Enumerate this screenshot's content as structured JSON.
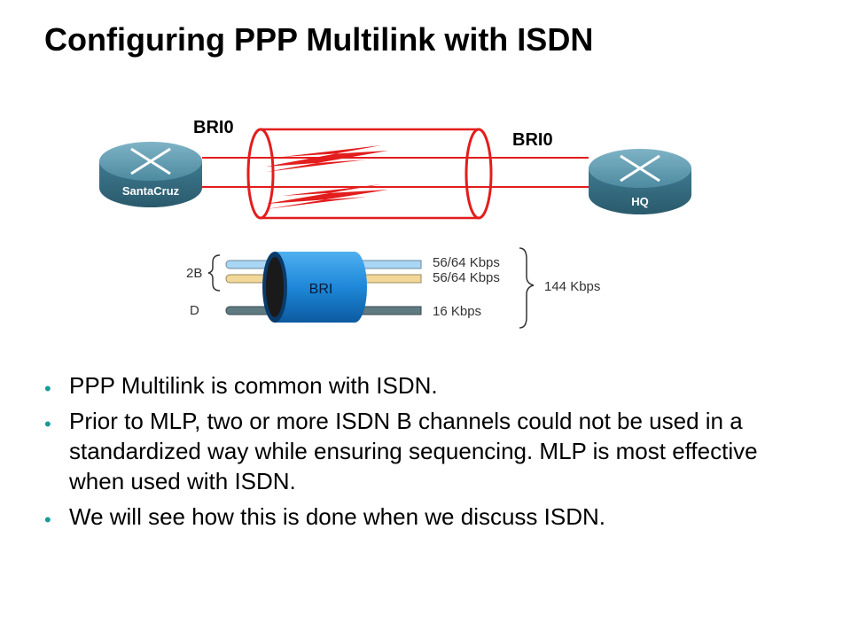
{
  "title": "Configuring PPP Multilink with ISDN",
  "diagram": {
    "left_router": {
      "label": "SantaCruz",
      "interface": "BRI0"
    },
    "right_router": {
      "label": "HQ",
      "interface": "BRI0"
    },
    "cable": {
      "label": "BRI",
      "bracket_2b": "2B",
      "bracket_d": "D",
      "channels": [
        "56/64 Kbps",
        "56/64 Kbps",
        "16 Kbps"
      ],
      "total": "144 Kbps"
    },
    "colors": {
      "link": "#e31d1d",
      "router": "#4d8aa0",
      "cable": "#1e88d8",
      "wire_b1": "#a9d6f5",
      "wire_b2": "#f2d79a",
      "wire_d": "#5f7a80"
    }
  },
  "bullets": [
    "PPP Multilink is common with ISDN.",
    "Prior to MLP, two or more ISDN B channels could not be used in a standardized  way while ensuring sequencing. MLP is most effective when used with ISDN.",
    "We will see how this is done when we discuss ISDN."
  ]
}
